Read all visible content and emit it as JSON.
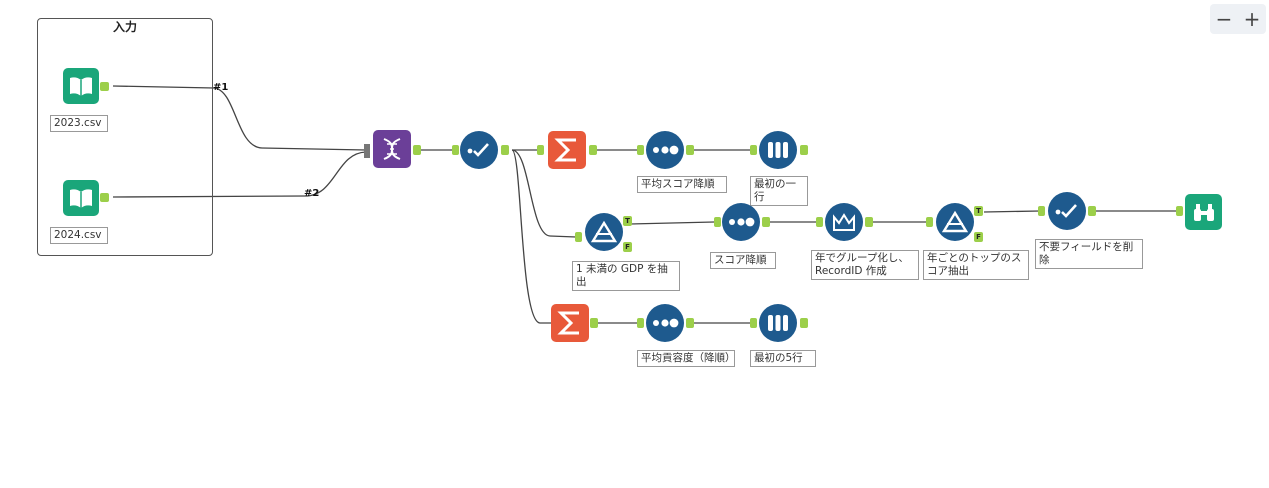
{
  "container": {
    "title": "入力"
  },
  "tools": {
    "input_2023": {
      "label": "2023.csv"
    },
    "input_2024": {
      "label": "2024.csv"
    },
    "summarize_top": {
      "label": ""
    },
    "sort_avg_score": {
      "label": "平均スコア降順"
    },
    "sample_first": {
      "label": "最初の一行"
    },
    "filter_gdp": {
      "label": "1 未満の GDP を抽出"
    },
    "sort_score": {
      "label": "スコア降順"
    },
    "multirow": {
      "label": "年でグループ化し、RecordID 作成"
    },
    "filter_top": {
      "label": "年ごとのトップのスコア抽出"
    },
    "select_remove": {
      "label": "不要フィールドを削除"
    },
    "sort_avg_cap": {
      "label": "平均貢容度（降順）"
    },
    "sample_five": {
      "label": "最初の5行"
    }
  },
  "connections": {
    "c1": "#1",
    "c2": "#2"
  },
  "filter_anchors": {
    "true": "T",
    "false": "F"
  },
  "zoom": {
    "out": "−",
    "in": "+"
  },
  "colors": {
    "input": "#1aa67a",
    "blue_tool": "#1e5a8e",
    "join": "#6b3f98",
    "summarize": "#e8593a",
    "anchor": "#9ccf4a"
  }
}
